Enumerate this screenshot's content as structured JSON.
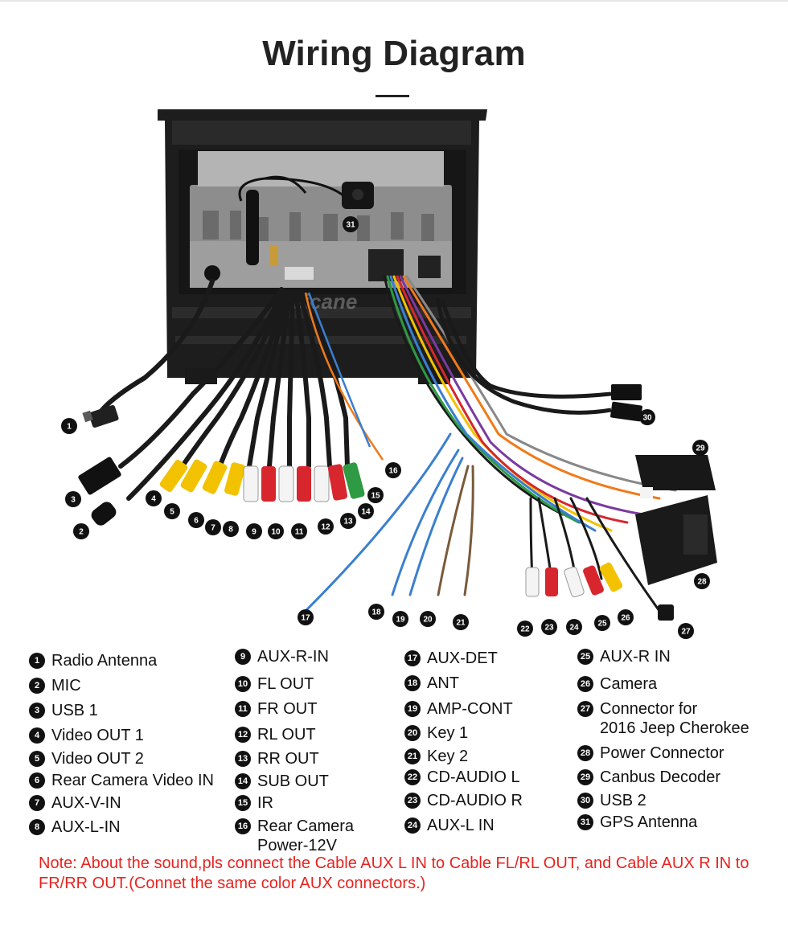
{
  "title": "Wiring Diagram",
  "brand_watermark": "Seicane",
  "legend": [
    {
      "num": "1",
      "label": "Radio Antenna"
    },
    {
      "num": "2",
      "label": "MIC"
    },
    {
      "num": "3",
      "label": "USB 1"
    },
    {
      "num": "4",
      "label": "Video OUT 1"
    },
    {
      "num": "5",
      "label": "Video OUT 2"
    },
    {
      "num": "6",
      "label": "Rear Camera Video IN"
    },
    {
      "num": "7",
      "label": "AUX-V-IN"
    },
    {
      "num": "8",
      "label": "AUX-L-IN"
    },
    {
      "num": "9",
      "label": "AUX-R-IN"
    },
    {
      "num": "10",
      "label": "FL OUT"
    },
    {
      "num": "11",
      "label": "FR OUT"
    },
    {
      "num": "12",
      "label": "RL OUT"
    },
    {
      "num": "13",
      "label": "RR OUT"
    },
    {
      "num": "14",
      "label": "SUB OUT"
    },
    {
      "num": "15",
      "label": "IR"
    },
    {
      "num": "16",
      "label": "Rear Camera",
      "label2": "Power-12V"
    },
    {
      "num": "17",
      "label": "AUX-DET"
    },
    {
      "num": "18",
      "label": "ANT"
    },
    {
      "num": "19",
      "label": "AMP-CONT"
    },
    {
      "num": "20",
      "label": "Key 1"
    },
    {
      "num": "21",
      "label": "Key 2"
    },
    {
      "num": "22",
      "label": "CD-AUDIO L"
    },
    {
      "num": "23",
      "label": "CD-AUDIO R"
    },
    {
      "num": "24",
      "label": "AUX-L IN"
    },
    {
      "num": "25",
      "label": "AUX-R IN"
    },
    {
      "num": "26",
      "label": "Camera"
    },
    {
      "num": "27",
      "label": "Connector for",
      "label2": "2016 Jeep Cherokee"
    },
    {
      "num": "28",
      "label": "Power Connector"
    },
    {
      "num": "29",
      "label": "Canbus Decoder"
    },
    {
      "num": "30",
      "label": "USB 2"
    },
    {
      "num": "31",
      "label": "GPS Antenna"
    }
  ],
  "note": "Note: About the sound,pls connect the Cable AUX L IN to Cable FL/RL OUT, and Cable AUX R IN to  FR/RR OUT.(Connet the same color AUX connectors.)",
  "colors": {
    "note": "#e8231f",
    "rca_yellow": "#f2c200",
    "rca_red": "#d7262e",
    "rca_white": "#f4f4f4",
    "rca_green": "#2e9a43",
    "cable_black": "#1a1a1a",
    "wire_blue": "#3a7fd0",
    "wire_brown": "#7a5a3a"
  }
}
